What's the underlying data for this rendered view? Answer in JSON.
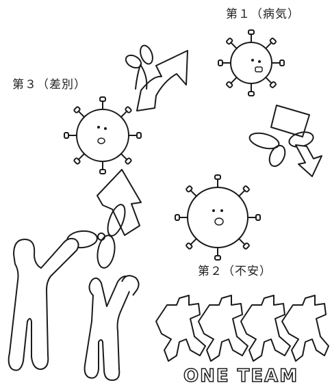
{
  "labels": {
    "first": "第１（病気）",
    "second": "第２（不安）",
    "third": "第３（差別）"
  },
  "logo_text": "ONE TEAM",
  "colors": {
    "ink": "#1a1a1a",
    "background": "#ffffff"
  }
}
